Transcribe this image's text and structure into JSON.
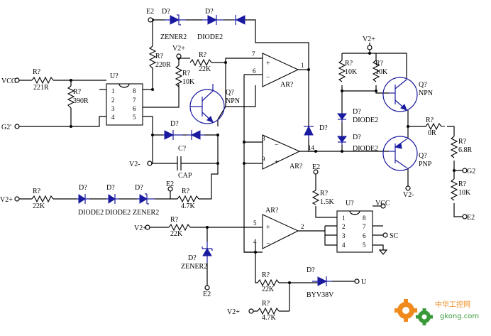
{
  "nets": {
    "vcc": "VCC",
    "g2p": "G2'",
    "e2": "E2",
    "v2p": "V2+",
    "v2m": "V2-",
    "g2": "G2",
    "sc": "SC",
    "u": "U"
  },
  "parts": {
    "r_vcc": {
      "ref": "R?",
      "val": "221R"
    },
    "r_390": {
      "ref": "R?",
      "val": "390R"
    },
    "u1": {
      "ref": "U?",
      "pins": [
        "1",
        "2",
        "3",
        "4",
        "8",
        "7",
        "6",
        "5"
      ]
    },
    "r_220": {
      "ref": "R?",
      "val": "220R"
    },
    "r_22k_top": {
      "ref": "R?",
      "val": "22K"
    },
    "r_10k_b": {
      "ref": "R?",
      "val": "10K"
    },
    "q_npn1": {
      "ref": "Q?",
      "val": "NPN"
    },
    "d_zener_top": {
      "ref": "D?",
      "val": "ZENER2"
    },
    "d_diode_top": {
      "ref": "D?",
      "val": "DIODE2"
    },
    "ar1": {
      "ref": "AR?",
      "plus": "+",
      "minus": "−",
      "pins": [
        "7",
        "6",
        "1"
      ]
    },
    "r_10k_r1": {
      "ref": "R?",
      "val": "10K"
    },
    "r_10k_r2": {
      "ref": "R?",
      "val": "10K"
    },
    "q_npn2": {
      "ref": "Q?",
      "val": "NPN"
    },
    "d_diode_r1": {
      "ref": "D?",
      "val": "DIODE2"
    },
    "d_diode_r2": {
      "ref": "D?",
      "val": "DIODE2"
    },
    "d_mid": {
      "ref": "D?"
    },
    "d_left_mid": {
      "ref": "D?"
    },
    "cap": {
      "ref": "C?",
      "val": "CAP"
    },
    "ar2": {
      "ref": "AR?",
      "plus": "+",
      "minus": "−",
      "pins": [
        "8",
        "9",
        "14"
      ]
    },
    "q_pnp": {
      "ref": "Q?",
      "val": "PNP"
    },
    "r_0r": {
      "ref": "R?",
      "val": "0R"
    },
    "r_6_8k": {
      "ref": "R?",
      "val": "6.8R"
    },
    "r_10k_g": {
      "ref": "R?",
      "val": "10K"
    },
    "r_22k_left": {
      "ref": "R?",
      "val": "22K"
    },
    "d_chain1": {
      "ref": "D?",
      "val": "DIODE2"
    },
    "d_chain2": {
      "ref": "D?",
      "val": "DIODE2"
    },
    "d_chain3": {
      "ref": "D?",
      "val": "ZENER2"
    },
    "r_4_7k": {
      "ref": "R?",
      "val": "4.7K"
    },
    "r_1_5k": {
      "ref": "R?",
      "val": "1.5K"
    },
    "u2": {
      "ref": "U?",
      "pins": [
        "1",
        "2",
        "3",
        "4",
        "8",
        "7",
        "6",
        "5"
      ]
    },
    "r_22k_lower": {
      "ref": "R?",
      "val": "22K"
    },
    "d_zener_low": {
      "ref": "D?",
      "val": "ZENER2"
    },
    "ar3": {
      "ref": "AR?",
      "plus": "+",
      "minus": "−",
      "pins": [
        "5",
        "4",
        "2"
      ]
    },
    "r_22k_bot": {
      "ref": "R?",
      "val": "22K"
    },
    "d_byv": {
      "ref": "D?",
      "val": "BYV38V"
    },
    "r_4_7k_bot": {
      "ref": "R?",
      "val": "4.7K"
    }
  },
  "watermark": {
    "cn": "中华工控网",
    "url": "gkong.com"
  },
  "colors": {
    "device": "#1a1aa0",
    "wire": "#000000",
    "wm_orange": "#f08a1c",
    "wm_green": "#3a9a3a"
  }
}
